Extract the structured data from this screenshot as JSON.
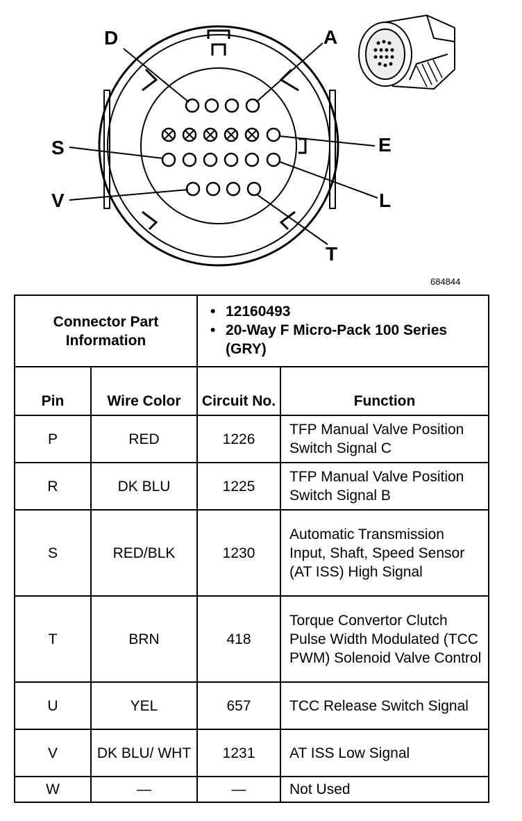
{
  "diagram": {
    "callouts": [
      "D",
      "A",
      "E",
      "S",
      "L",
      "V",
      "T"
    ],
    "figure_id": "684844"
  },
  "table": {
    "info_label": "Connector Part Information",
    "info_items": [
      "12160493",
      "20-Way F Micro-Pack 100 Series (GRY)"
    ],
    "headers": {
      "pin": "Pin",
      "wire_color": "Wire Color",
      "circuit_no": "Circuit No.",
      "function": "Function"
    },
    "rows": [
      {
        "pin": "P",
        "wire_color": "RED",
        "circuit_no": "1226",
        "function": "TFP Manual Valve Position Switch Signal C"
      },
      {
        "pin": "R",
        "wire_color": "DK BLU",
        "circuit_no": "1225",
        "function": "TFP Manual Valve Position Switch Signal B"
      },
      {
        "pin": "S",
        "wire_color": "RED/BLK",
        "circuit_no": "1230",
        "function": "Automatic Transmission Input, Shaft, Speed Sensor (AT ISS) High Signal"
      },
      {
        "pin": "T",
        "wire_color": "BRN",
        "circuit_no": "418",
        "function": "Torque Convertor Clutch Pulse Width Modulated (TCC PWM) Solenoid Valve Control"
      },
      {
        "pin": "U",
        "wire_color": "YEL",
        "circuit_no": "657",
        "function": "TCC Release Switch Signal"
      },
      {
        "pin": "V",
        "wire_color": "DK BLU/ WHT",
        "circuit_no": "1231",
        "function": "AT ISS Low Signal"
      },
      {
        "pin": "W",
        "wire_color": "—",
        "circuit_no": "—",
        "function": "Not Used"
      }
    ]
  }
}
